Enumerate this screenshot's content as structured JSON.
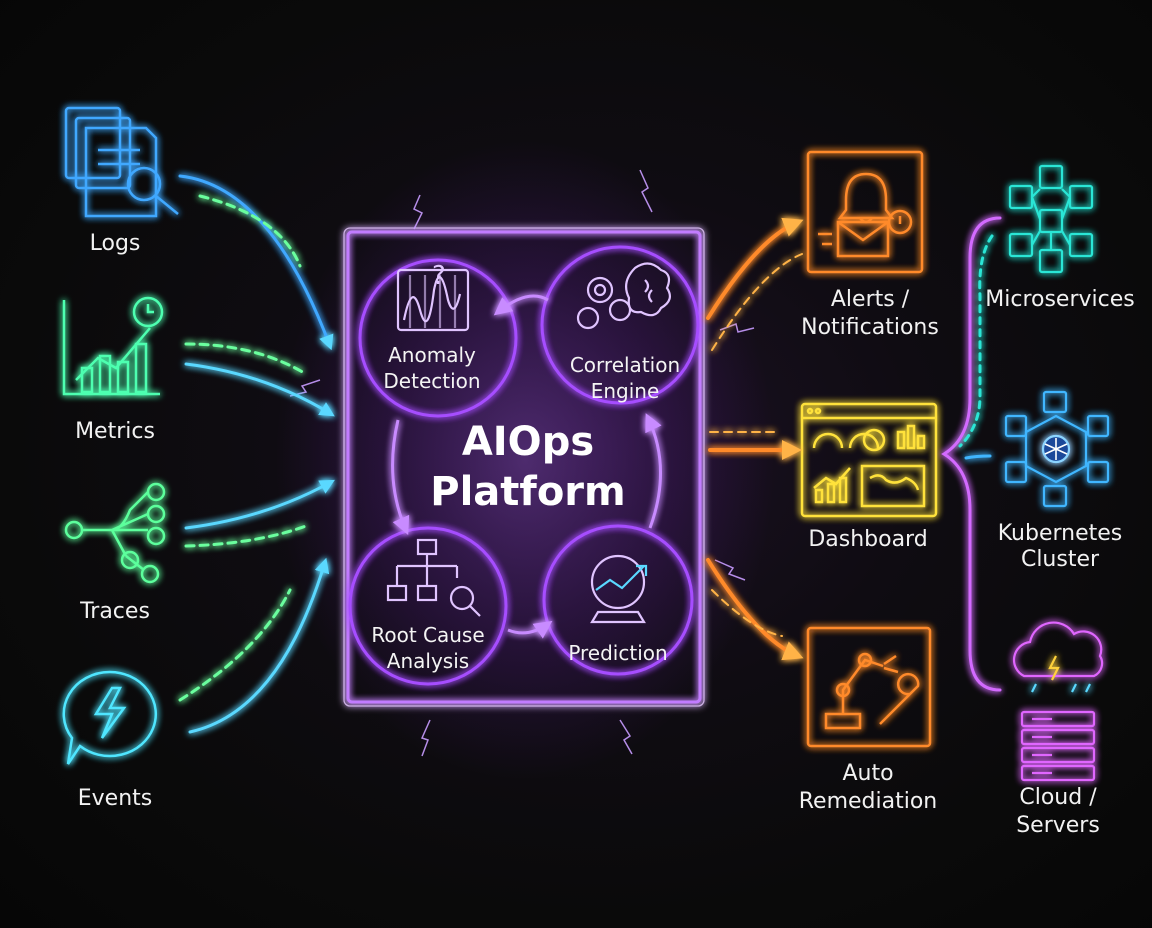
{
  "diagram": {
    "center": {
      "title_line1": "AIOps",
      "title_line2": "Platform",
      "modules": [
        {
          "line1": "Anomaly",
          "line2": "Detection",
          "icon": "anomaly-chart-icon"
        },
        {
          "line1": "Correlation",
          "line2": "Engine",
          "icon": "gears-brain-icon"
        },
        {
          "line1": "Root Cause",
          "line2": "Analysis",
          "icon": "hierarchy-search-icon"
        },
        {
          "line1": "Prediction",
          "line2": "",
          "icon": "crystal-ball-trend-icon"
        }
      ]
    },
    "inputs": [
      {
        "label": "Logs",
        "icon": "log-files-search-icon",
        "color": "#3fa8ff"
      },
      {
        "label": "Metrics",
        "icon": "metrics-chart-clock-icon",
        "color": "#4dffb0"
      },
      {
        "label": "Traces",
        "icon": "trace-tree-icon",
        "color": "#5cff9c"
      },
      {
        "label": "Events",
        "icon": "lightning-bubble-icon",
        "color": "#4fe6ff"
      }
    ],
    "outputs": [
      {
        "line1": "Alerts /",
        "line2": "Notifications",
        "icon": "bell-envelope-icon",
        "color": "#ff8a2a"
      },
      {
        "line1": "Dashboard",
        "line2": "",
        "icon": "dashboard-window-icon",
        "color": "#ffe23a"
      },
      {
        "line1": "Auto",
        "line2": "Remediation",
        "icon": "robot-arm-wrench-icon",
        "color": "#ff8a2a"
      }
    ],
    "infrastructure": [
      {
        "line1": "Microservices",
        "line2": "",
        "icon": "cube-network-icon",
        "color": "#29e6d6"
      },
      {
        "line1": "Kubernetes",
        "line2": "Cluster",
        "icon": "kubernetes-hex-icon",
        "color": "#3fb6ff"
      },
      {
        "line1": "Cloud /",
        "line2": "Servers",
        "icon": "cloud-server-icon",
        "color": "#e066ff"
      }
    ]
  }
}
